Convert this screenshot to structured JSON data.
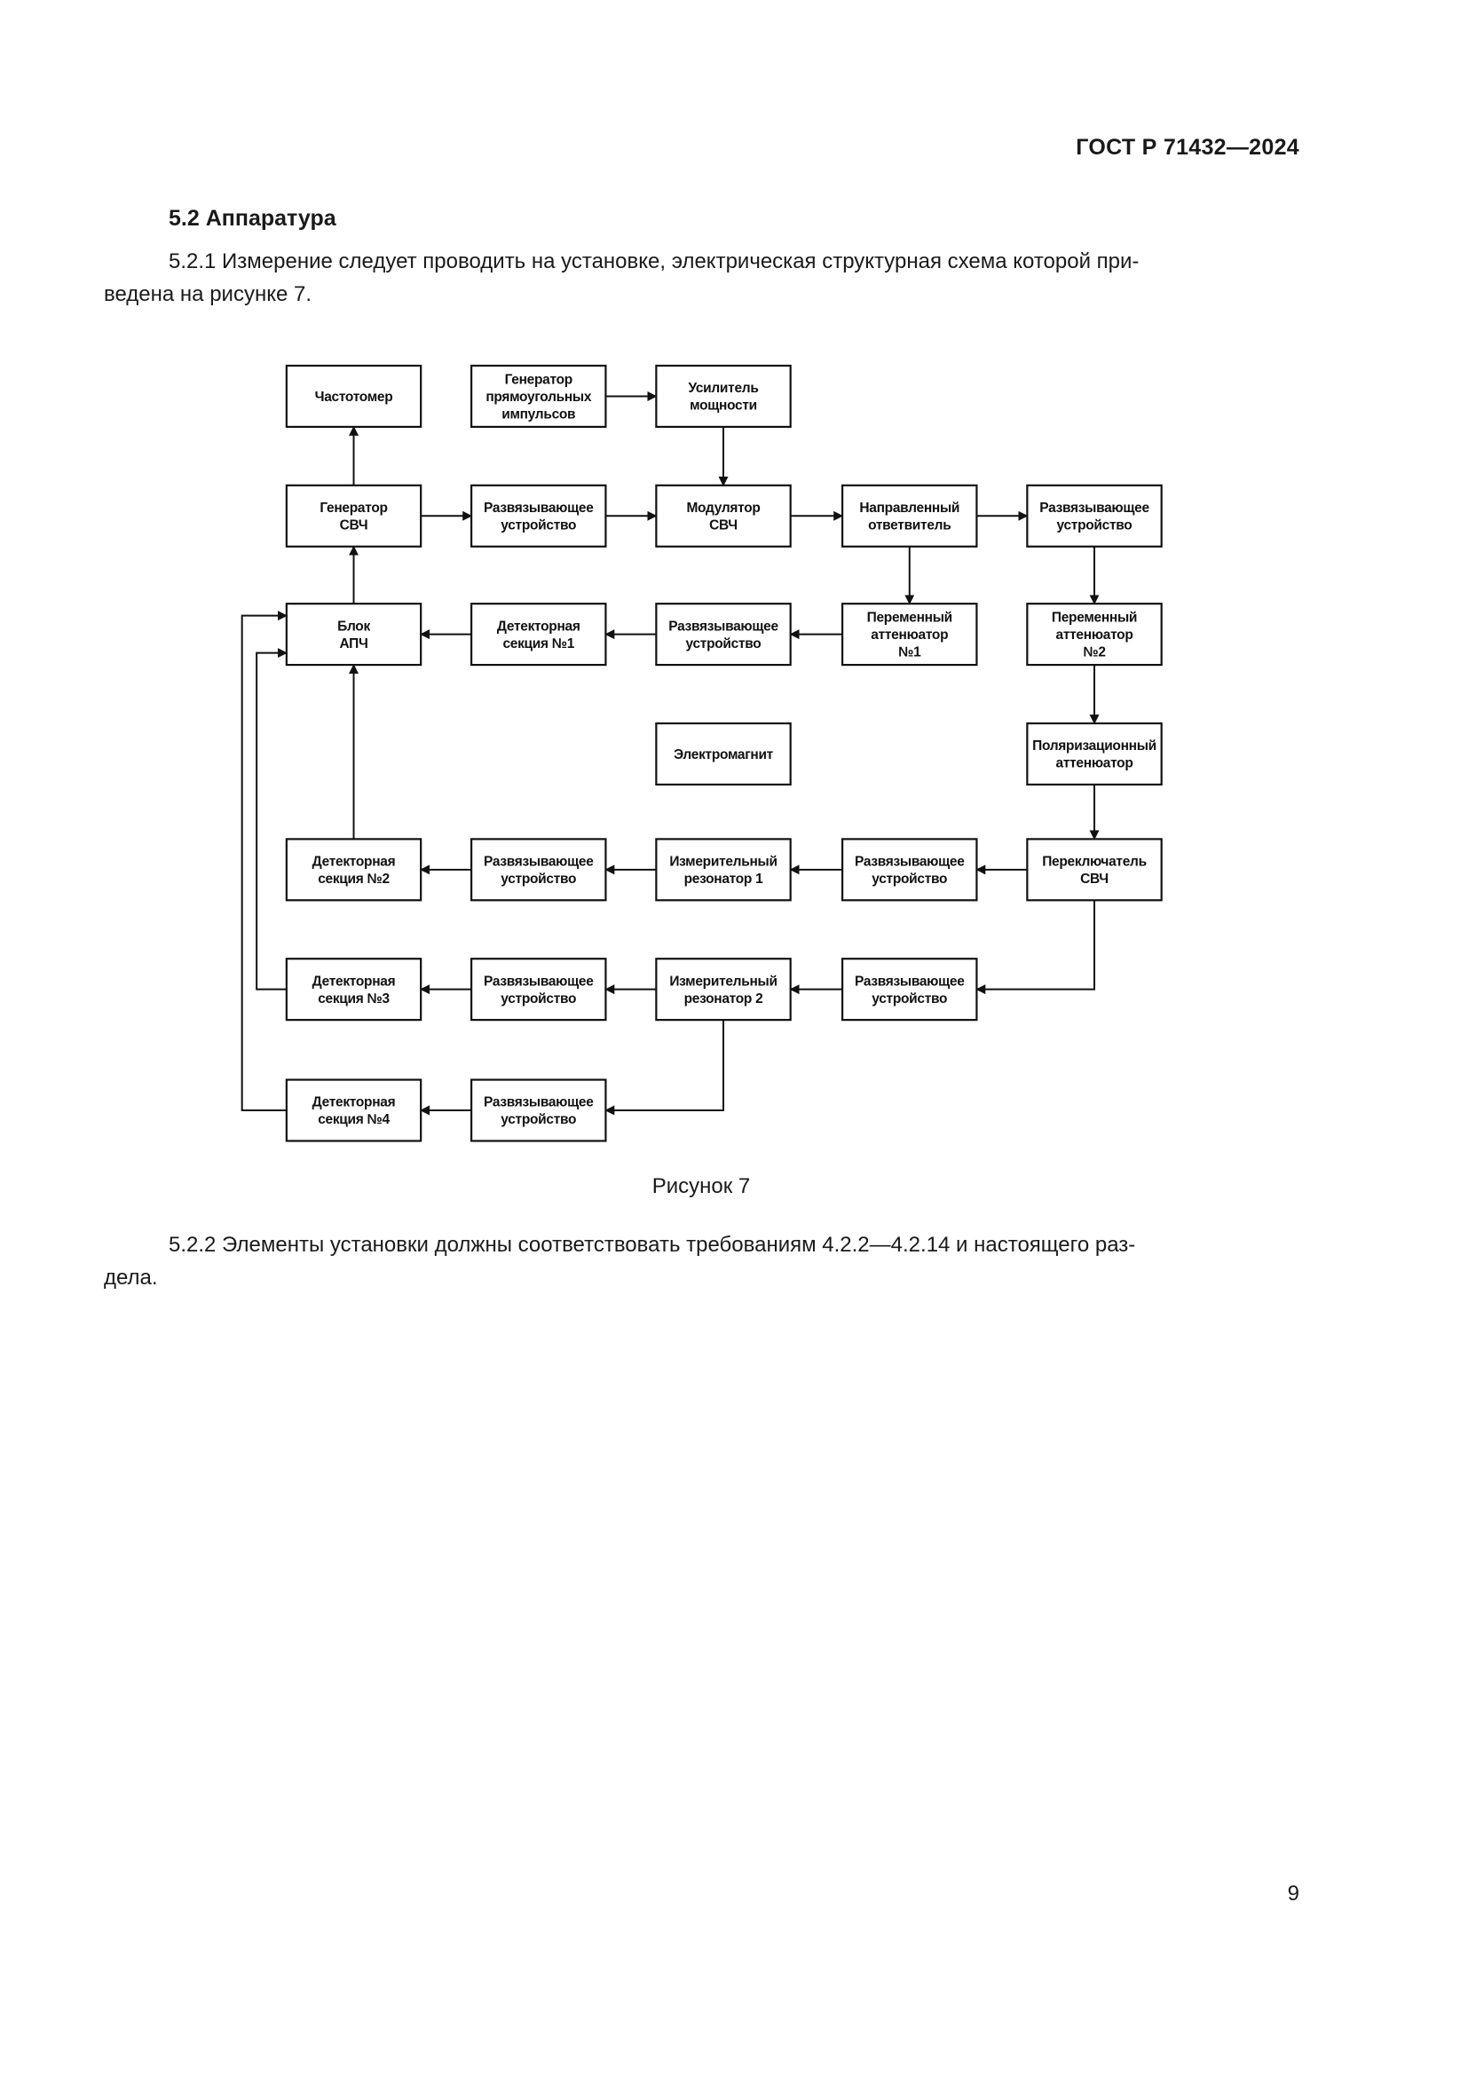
{
  "header": {
    "doc_code": "ГОСТ Р 71432—2024"
  },
  "section": {
    "title": "5.2 Аппаратура"
  },
  "paragraphs": {
    "p1_line1": "5.2.1 Измерение следует проводить на установке, электрическая структурная схема которой при-",
    "p1_line2": "ведена на рисунке 7.",
    "p2_line1": "5.2.2 Элементы установки должны соответствовать требованиям 4.2.2—4.2.14 и настоящего раз-",
    "p2_line2": "дела."
  },
  "figure": {
    "caption": "Рисунок 7"
  },
  "diagram": {
    "blocks": [
      {
        "id": "freq-meter",
        "lines": [
          "Частотомер"
        ]
      },
      {
        "id": "pulse-gen",
        "lines": [
          "Генератор",
          "прямоугольных",
          "импульсов"
        ]
      },
      {
        "id": "power-amp",
        "lines": [
          "Усилитель",
          "мощности"
        ]
      },
      {
        "id": "mw-gen",
        "lines": [
          "Генератор",
          "СВЧ"
        ]
      },
      {
        "id": "iso-1",
        "lines": [
          "Развязывающее",
          "устройство"
        ]
      },
      {
        "id": "modulator",
        "lines": [
          "Модулятор",
          "СВЧ"
        ]
      },
      {
        "id": "dir-coupler",
        "lines": [
          "Направленный",
          "ответвитель"
        ]
      },
      {
        "id": "iso-2",
        "lines": [
          "Развязывающее",
          "устройство"
        ]
      },
      {
        "id": "afc",
        "lines": [
          "Блок",
          "АПЧ"
        ]
      },
      {
        "id": "det-1",
        "lines": [
          "Детекторная",
          "секция №1"
        ]
      },
      {
        "id": "iso-3",
        "lines": [
          "Развязывающее",
          "устройство"
        ]
      },
      {
        "id": "att-1",
        "lines": [
          "Переменный",
          "аттенюатор",
          "№1"
        ]
      },
      {
        "id": "att-2",
        "lines": [
          "Переменный",
          "аттенюатор",
          "№2"
        ]
      },
      {
        "id": "electromagnet",
        "lines": [
          "Электромагнит"
        ]
      },
      {
        "id": "pol-att",
        "lines": [
          "Поляризационный",
          "аттенюатор"
        ]
      },
      {
        "id": "det-2",
        "lines": [
          "Детекторная",
          "секция №2"
        ]
      },
      {
        "id": "iso-4",
        "lines": [
          "Развязывающее",
          "устройство"
        ]
      },
      {
        "id": "res-1",
        "lines": [
          "Измерительный",
          "резонатор 1"
        ]
      },
      {
        "id": "iso-5",
        "lines": [
          "Развязывающее",
          "устройство"
        ]
      },
      {
        "id": "switch",
        "lines": [
          "Переключатель",
          "СВЧ"
        ]
      },
      {
        "id": "det-3",
        "lines": [
          "Детекторная",
          "секция №3"
        ]
      },
      {
        "id": "iso-6",
        "lines": [
          "Развязывающее",
          "устройство"
        ]
      },
      {
        "id": "res-2",
        "lines": [
          "Измерительный",
          "резонатор 2"
        ]
      },
      {
        "id": "iso-7",
        "lines": [
          "Развязывающее",
          "устройство"
        ]
      },
      {
        "id": "det-4",
        "lines": [
          "Детекторная",
          "секция №4"
        ]
      },
      {
        "id": "iso-8",
        "lines": [
          "Развязывающее",
          "устройство"
        ]
      }
    ]
  },
  "page": {
    "number": "9"
  }
}
